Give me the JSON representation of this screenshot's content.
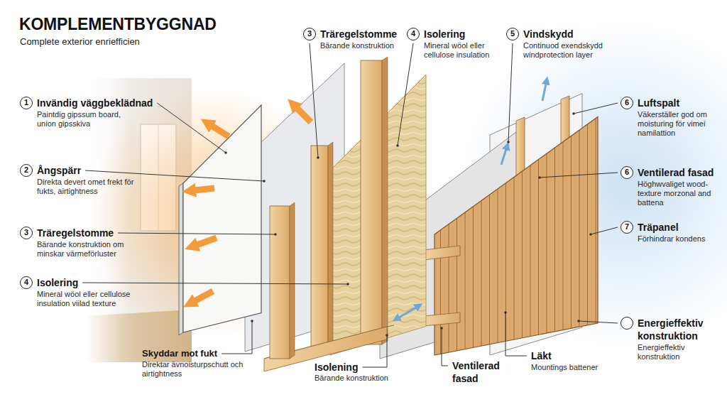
{
  "diagram": {
    "title": "KOMPLEMENTBYGGNAD",
    "caption": "Complete exterior enriefficien",
    "nodes": [
      {
        "text": [
          "1",
          "Invändig väggbeklädnad",
          "Paintdig gipssum board, union gipsskiva"
        ]
      },
      {
        "text": [
          "2",
          "Ångspärr",
          "Direkta devert omet frekt för fukts, airtightness"
        ]
      },
      {
        "text": [
          "3",
          "Träregelstomme",
          "Bärande konstruktion om minskar värmeförluster"
        ]
      },
      {
        "text": [
          "4",
          "Isolering",
          "Mineral wöol eller cellulose insulation viilad texture"
        ]
      },
      {
        "text": [
          "3",
          "Träregelstomme",
          "Bärande konstruktion"
        ]
      },
      {
        "text": [
          "4",
          "Isolering",
          "Mineral wöol eller cellulose insulation"
        ]
      },
      {
        "text": [
          "5",
          "Vindskydd",
          "Continuod exendskydd windprotection layer"
        ]
      },
      {
        "text": [
          "6",
          "Luftspalt",
          "Väkerställer god om moisturing för vimei namilattion"
        ]
      },
      {
        "text": [
          "6",
          "Ventilerad fasad",
          "Höghwvaliget wood-texture morzonal and battena"
        ]
      },
      {
        "text": [
          "7",
          "Träpanel",
          "Förhindrar kondens"
        ]
      },
      {
        "text": [
          "Energieffektiv konstruktion",
          "Energieffektiv konstruktion"
        ]
      }
    ],
    "labels": [
      "Skyddar mot fukt",
      "Direktar ävnoisturpschutt och airtightness",
      "Isolening",
      "Bärande konstruktion",
      "Ventilerad fasad",
      "Läkt",
      "Mountings battener"
    ]
  }
}
